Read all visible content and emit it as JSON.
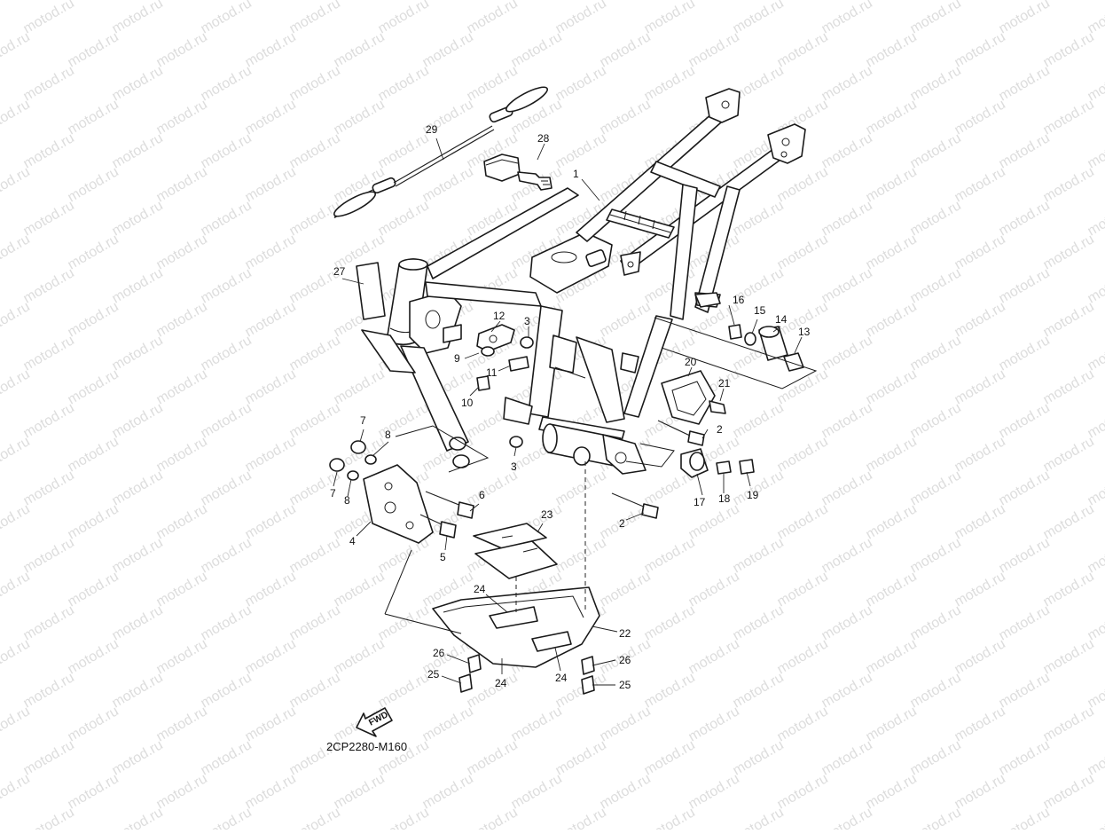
{
  "diagram": {
    "watermark": "motod.ru",
    "drawing_code": "2CP2280-M160",
    "fwd_label": "FWD",
    "callouts": [
      {
        "id": "c1",
        "label": "1"
      },
      {
        "id": "c2a",
        "label": "2"
      },
      {
        "id": "c2b",
        "label": "2"
      },
      {
        "id": "c3a",
        "label": "3"
      },
      {
        "id": "c3b",
        "label": "3"
      },
      {
        "id": "c4",
        "label": "4"
      },
      {
        "id": "c5",
        "label": "5"
      },
      {
        "id": "c6",
        "label": "6"
      },
      {
        "id": "c7a",
        "label": "7"
      },
      {
        "id": "c7b",
        "label": "7"
      },
      {
        "id": "c8a",
        "label": "8"
      },
      {
        "id": "c8b",
        "label": "8"
      },
      {
        "id": "c9",
        "label": "9"
      },
      {
        "id": "c10",
        "label": "10"
      },
      {
        "id": "c11",
        "label": "11"
      },
      {
        "id": "c12",
        "label": "12"
      },
      {
        "id": "c13",
        "label": "13"
      },
      {
        "id": "c14",
        "label": "14"
      },
      {
        "id": "c15",
        "label": "15"
      },
      {
        "id": "c16",
        "label": "16"
      },
      {
        "id": "c17",
        "label": "17"
      },
      {
        "id": "c18",
        "label": "18"
      },
      {
        "id": "c19",
        "label": "19"
      },
      {
        "id": "c20",
        "label": "20"
      },
      {
        "id": "c21",
        "label": "21"
      },
      {
        "id": "c22",
        "label": "22"
      },
      {
        "id": "c23",
        "label": "23"
      },
      {
        "id": "c24a",
        "label": "24"
      },
      {
        "id": "c24b",
        "label": "24"
      },
      {
        "id": "c24c",
        "label": "24"
      },
      {
        "id": "c25a",
        "label": "25"
      },
      {
        "id": "c25b",
        "label": "25"
      },
      {
        "id": "c26a",
        "label": "26"
      },
      {
        "id": "c26b",
        "label": "26"
      },
      {
        "id": "c27",
        "label": "27"
      },
      {
        "id": "c28",
        "label": "28"
      },
      {
        "id": "c29",
        "label": "29"
      }
    ]
  }
}
